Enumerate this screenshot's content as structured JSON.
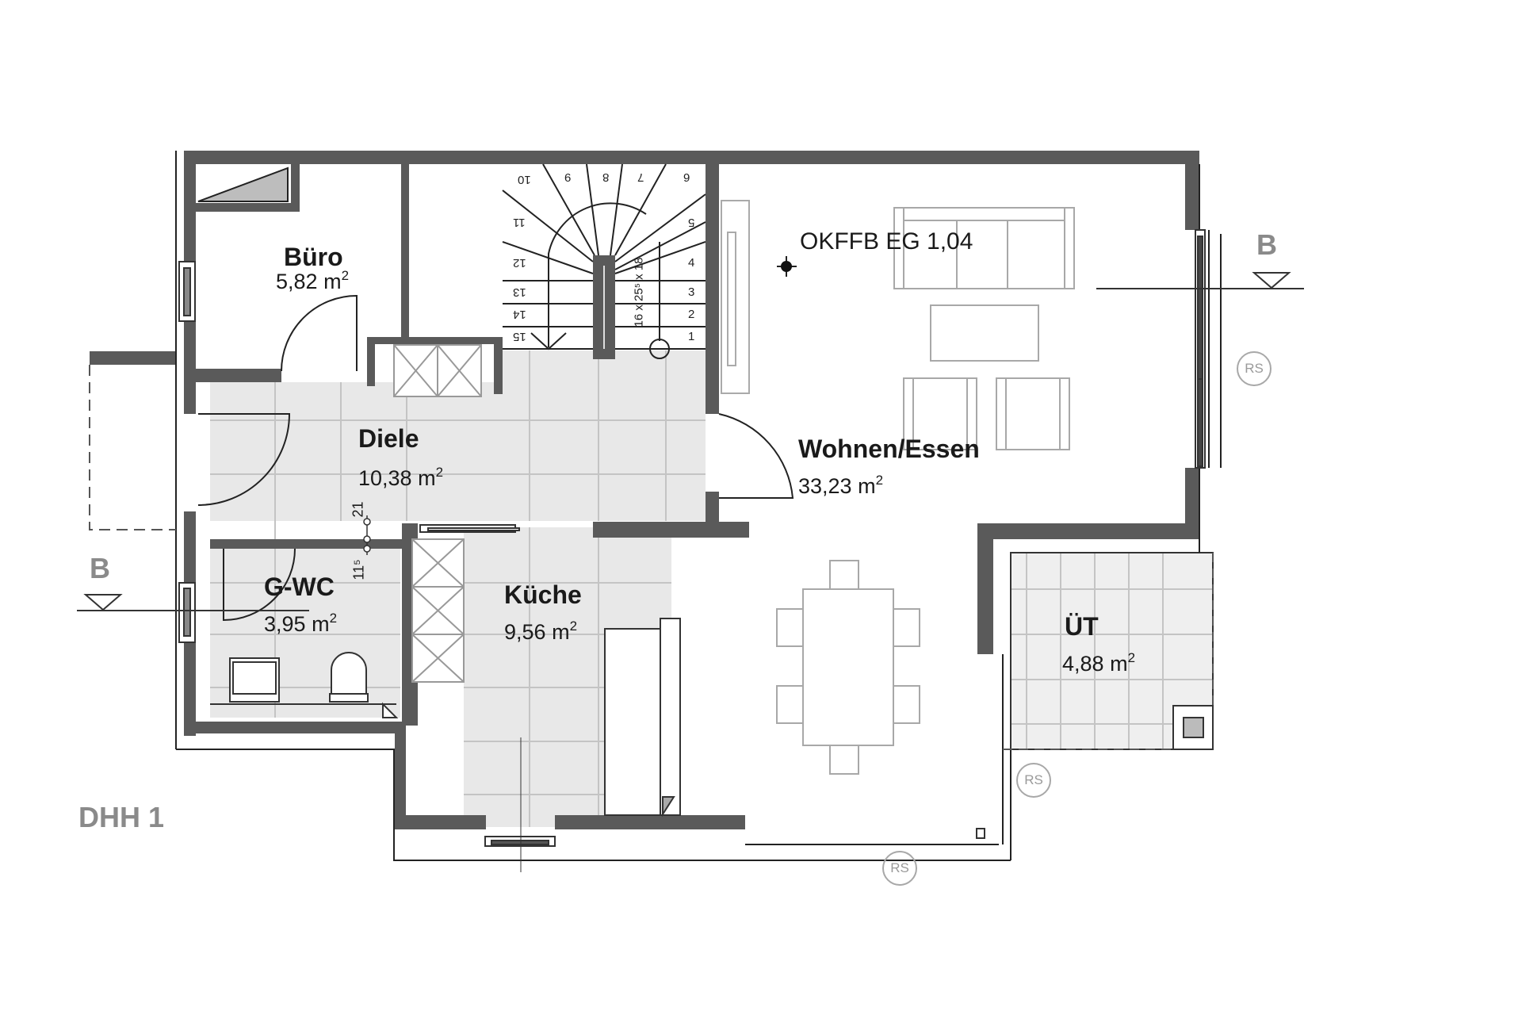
{
  "plan": {
    "unit_label": "DHH 1",
    "level_marker": "OKFFB EG 1,04",
    "section_marker": "B",
    "stair_dimension": "16 x 25⁵ x 18",
    "dim_top": "21",
    "dim_bottom": "11⁵",
    "rs_label": "RS",
    "area_unit": "m",
    "area_exp": "2"
  },
  "rooms": [
    {
      "name": "Büro",
      "area": "5,82"
    },
    {
      "name": "Diele",
      "area": "10,38"
    },
    {
      "name": "G-WC",
      "area": "3,95"
    },
    {
      "name": "Küche",
      "area": "9,56"
    },
    {
      "name": "Wohnen/Essen",
      "area": "33,23"
    },
    {
      "name": "ÜT",
      "area": "4,88"
    }
  ],
  "stairs": {
    "steps_right": [
      "1",
      "2",
      "3",
      "4",
      "5"
    ],
    "steps_top": [
      "6",
      "7",
      "8",
      "9",
      "10"
    ],
    "steps_left": [
      "11",
      "12",
      "13",
      "14",
      "15"
    ]
  },
  "colors": {
    "wall": "#5a5a5a",
    "floor_tile": "#e8e8e8",
    "furniture_line": "#a0a0a0",
    "label_grey": "#8a8a8a"
  }
}
